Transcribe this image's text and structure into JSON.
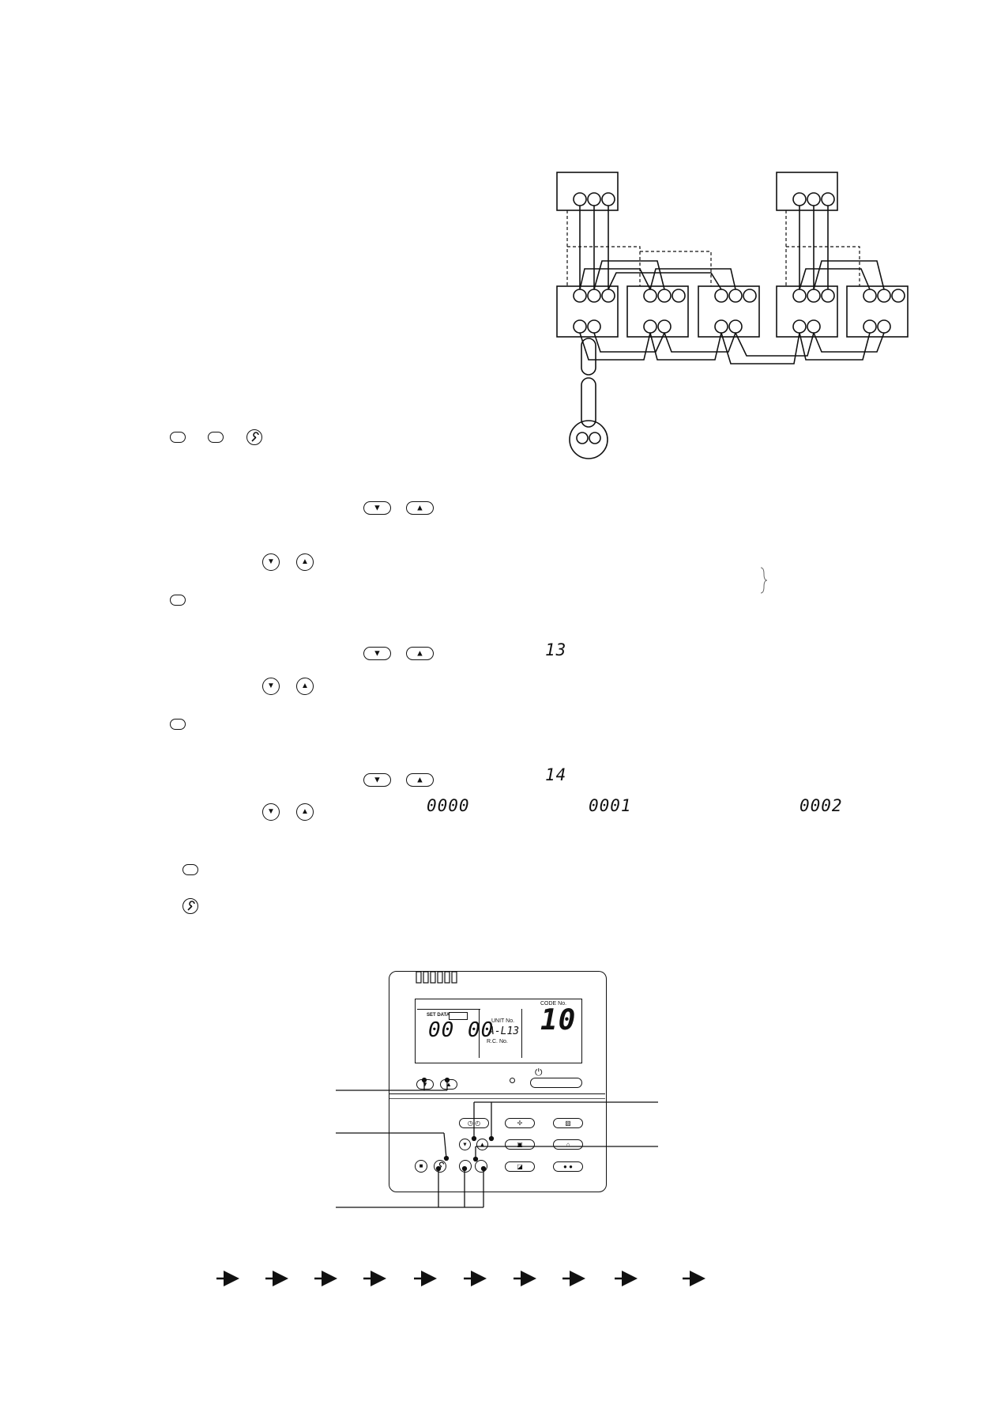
{
  "wiring_diagram": {
    "outdoor_units": 2,
    "indoor_units": 5,
    "remote_controllers": 1
  },
  "steps": {
    "display_values": {
      "code_13": "13",
      "code_14": "14",
      "data_0000": "0000",
      "data_0001": "0001",
      "data_0002": "0002"
    }
  },
  "remote_controller": {
    "lcd": {
      "set_data_label": "SET DATA",
      "set_data_value": "00 00",
      "unit_no_label": "UNIT No.",
      "unit_no_value": "A-L13",
      "rc_no_label": "R.C. No.",
      "code_no_label": "CODE No.",
      "code_no_value": "10"
    }
  },
  "icons": {
    "down": "down-triangle-icon",
    "up": "up-triangle-icon",
    "check": "wrench-check-icon",
    "power": "power-icon"
  }
}
